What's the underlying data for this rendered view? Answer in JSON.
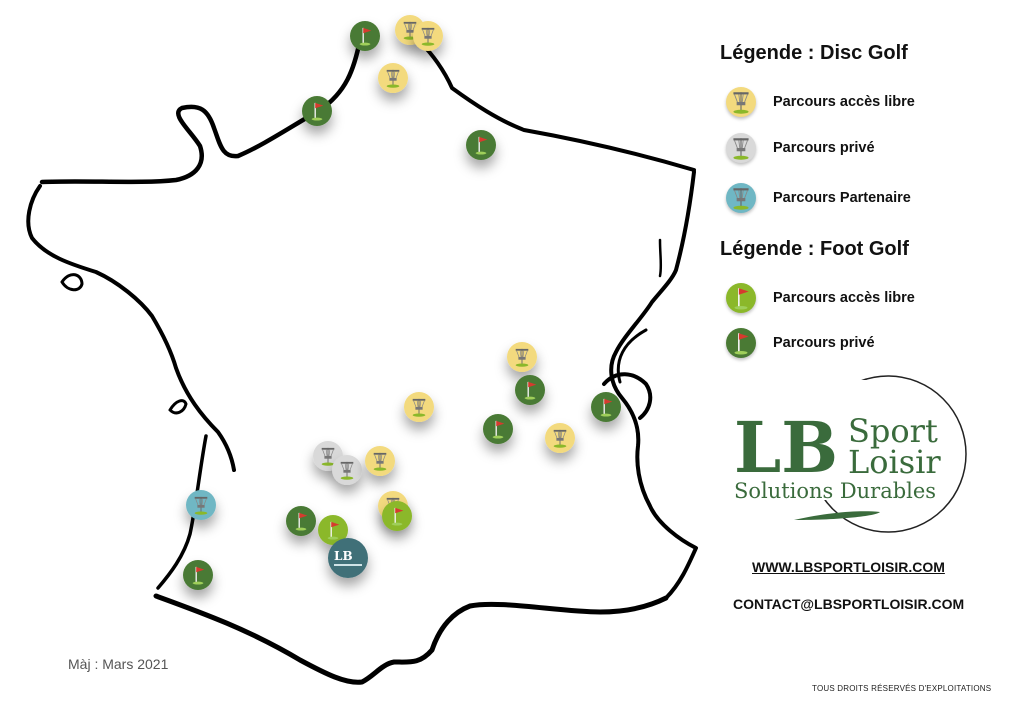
{
  "legend_disc_golf": {
    "title": "Légende : Disc Golf",
    "items": [
      {
        "label": "Parcours accès libre",
        "color": "#f3da7e",
        "icon": "disc-golf-basket-icon"
      },
      {
        "label": "Parcours privé",
        "color": "#d9d9d9",
        "icon": "disc-golf-basket-icon"
      },
      {
        "label": "Parcours Partenaire",
        "color": "#6fb7c4",
        "icon": "disc-golf-basket-icon"
      }
    ]
  },
  "legend_foot_golf": {
    "title": "Légende : Foot Golf",
    "items": [
      {
        "label": "Parcours accès libre",
        "color": "#8bb82a",
        "icon": "flag-icon"
      },
      {
        "label": "Parcours privé",
        "color": "#4a7a34",
        "icon": "flag-icon"
      }
    ]
  },
  "brand": {
    "logo_letters": "LB",
    "logo_line1": "Sport",
    "logo_line2": "Loisir",
    "logo_tagline": "Solutions Durables",
    "marker_letters": "LB",
    "colors": {
      "green": "#3a6b3c",
      "flag": "#d63a2e"
    }
  },
  "website": "WWW.LBSPORTLOISIR.COM",
  "email": "CONTACT@LBSPORTLOISIR.COM",
  "update_text": "Màj : Mars 2021",
  "rights_text": "TOUS DROITS RÉSERVÉS D'EXPLOITATIONS",
  "map_markers": [
    {
      "kind": "foot_prive"
    },
    {
      "kind": "disc_libre"
    },
    {
      "kind": "disc_libre"
    },
    {
      "kind": "disc_libre"
    },
    {
      "kind": "foot_prive"
    },
    {
      "kind": "foot_prive"
    },
    {
      "kind": "disc_libre"
    },
    {
      "kind": "foot_prive"
    },
    {
      "kind": "foot_prive"
    },
    {
      "kind": "disc_libre"
    },
    {
      "kind": "foot_prive"
    },
    {
      "kind": "disc_libre"
    },
    {
      "kind": "disc_prive"
    },
    {
      "kind": "disc_prive"
    },
    {
      "kind": "disc_libre"
    },
    {
      "kind": "disc_libre"
    },
    {
      "kind": "foot_libre"
    },
    {
      "kind": "disc_partenaire"
    },
    {
      "kind": "foot_prive"
    },
    {
      "kind": "foot_libre"
    },
    {
      "kind": "foot_prive"
    },
    {
      "kind": "brand"
    }
  ]
}
